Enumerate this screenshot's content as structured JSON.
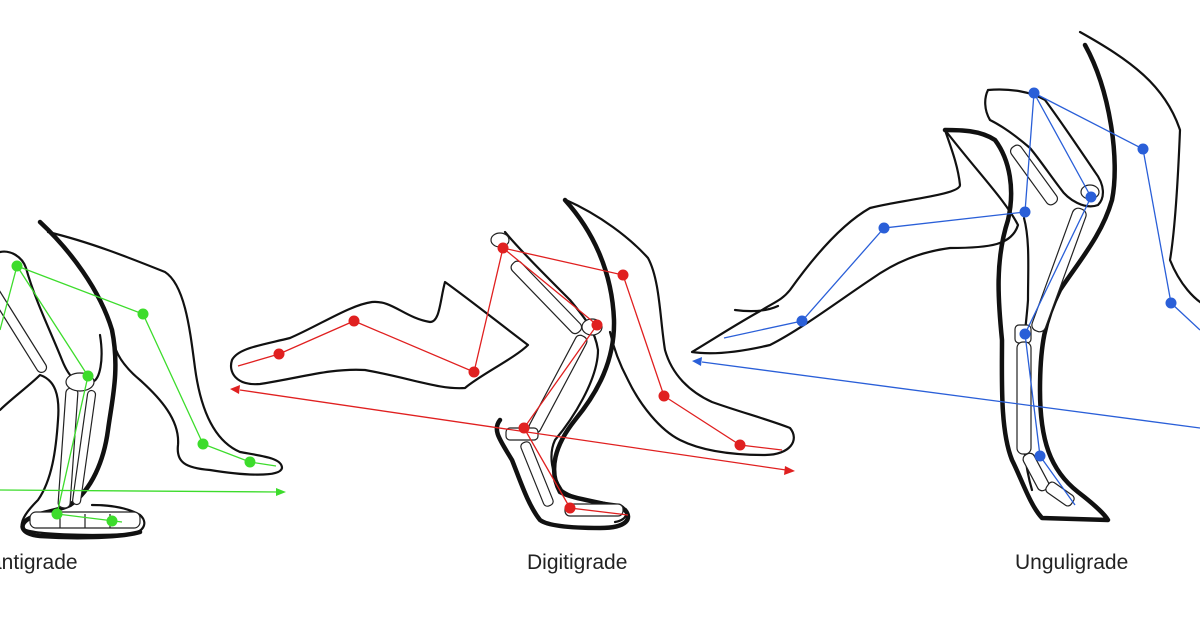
{
  "labels": {
    "plantigrade": "antigrade",
    "digitigrade": "Digitigrade",
    "unguligrade": "Unguligrade"
  },
  "colors": {
    "plantigrade": "#3ddc2c",
    "digitigrade": "#e02020",
    "unguligrade": "#2a5fd8",
    "outline": "#111111"
  }
}
